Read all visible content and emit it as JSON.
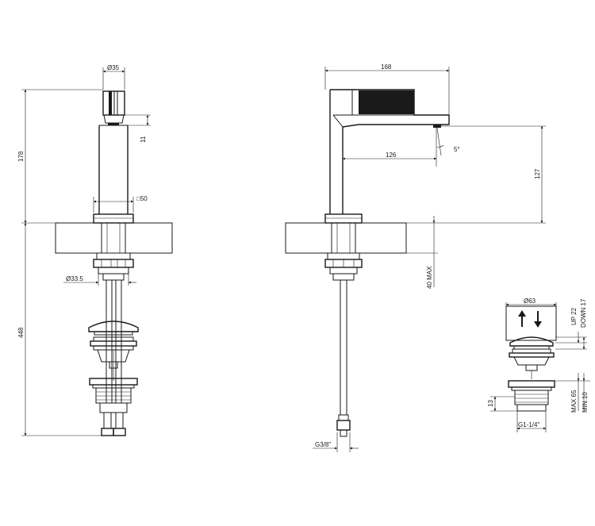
{
  "front_view": {
    "dims": {
      "top_diameter": "Ø35",
      "spout_height_11": "11",
      "total_height": "178",
      "base_square": "□50",
      "hose_diameter": "Ø33.5",
      "under_length": "448"
    }
  },
  "side_view": {
    "dims": {
      "total_length": "168",
      "reach": "126",
      "angle": "5°",
      "outlet_height": "127",
      "deck_max": "40 MAX",
      "thread": "G3/8\""
    }
  },
  "waste_detail": {
    "dims": {
      "diameter": "Ø63",
      "up": "UP 22",
      "down": "DOWN 17",
      "flange": "13",
      "max_min_a": "MAX 65",
      "max_min_b": "MIN.10",
      "thread": "G1-1/4\""
    }
  }
}
